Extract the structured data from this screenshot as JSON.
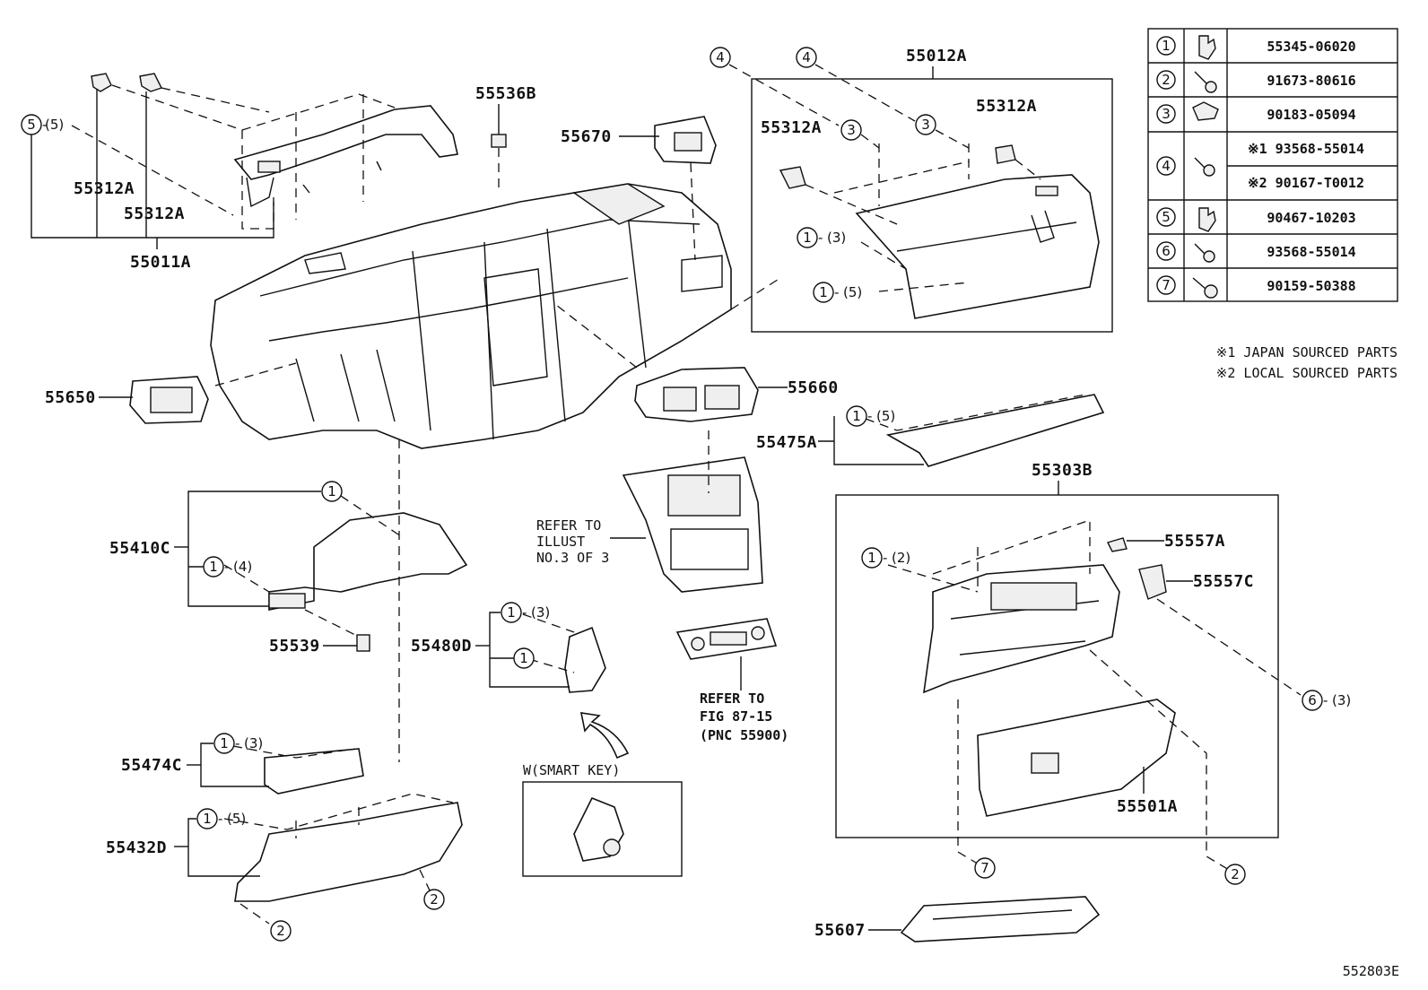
{
  "parts": {
    "p55012A": "55012A",
    "p55536B": "55536B",
    "p55670": "55670",
    "p55312A_a": "55312A",
    "p55312A_b": "55312A",
    "p55312A_c": "55312A",
    "p55312A_d": "55312A",
    "p55011A": "55011A",
    "p55650": "55650",
    "p55660": "55660",
    "p55475A": "55475A",
    "p55303B": "55303B",
    "p55557A": "55557A",
    "p55557C": "55557C",
    "p55410C": "55410C",
    "p55539": "55539",
    "p55480D": "55480D",
    "p55474C": "55474C",
    "p55432D": "55432D",
    "p55501A": "55501A",
    "p55607": "55607",
    "fig_id": "552803E"
  },
  "callouts": {
    "c5_5": "(5)",
    "c1_3_top": "(3)",
    "c1_5_top": "(5)",
    "c1_5_55475": "(5)",
    "c1_2": "(2)",
    "c6_3": "(3)",
    "c1_4": "(4)",
    "c1_3_55480": "(3)",
    "c1_3_55474": "(3)",
    "c1_5_55432": "(5)"
  },
  "refs": {
    "illust_line1": "REFER TO",
    "illust_line2": "ILLUST",
    "illust_line3": "NO.3 OF 3",
    "fig_line1": "REFER TO",
    "fig_line2": "FIG 87-15",
    "fig_line3": "(PNC 55900)",
    "smart_key": "W(SMART KEY)"
  },
  "legend": {
    "rows": [
      {
        "num": "1",
        "part": "55345-06020"
      },
      {
        "num": "2",
        "part": "91673-80616"
      },
      {
        "num": "3",
        "part": "90183-05094"
      },
      {
        "num": "4",
        "part_a": "※1 93568-55014",
        "part_b": "※2 90167-T0012"
      },
      {
        "num": "5",
        "part": "90467-10203"
      },
      {
        "num": "6",
        "part": "93568-55014"
      },
      {
        "num": "7",
        "part": "90159-50388"
      }
    ],
    "note1": "※1 JAPAN SOURCED PARTS",
    "note2": "※2 LOCAL SOURCED PARTS"
  },
  "circle_numbers": {
    "n1": "1",
    "n2": "2",
    "n3": "3",
    "n4": "4",
    "n5": "5",
    "n6": "6",
    "n7": "7"
  }
}
